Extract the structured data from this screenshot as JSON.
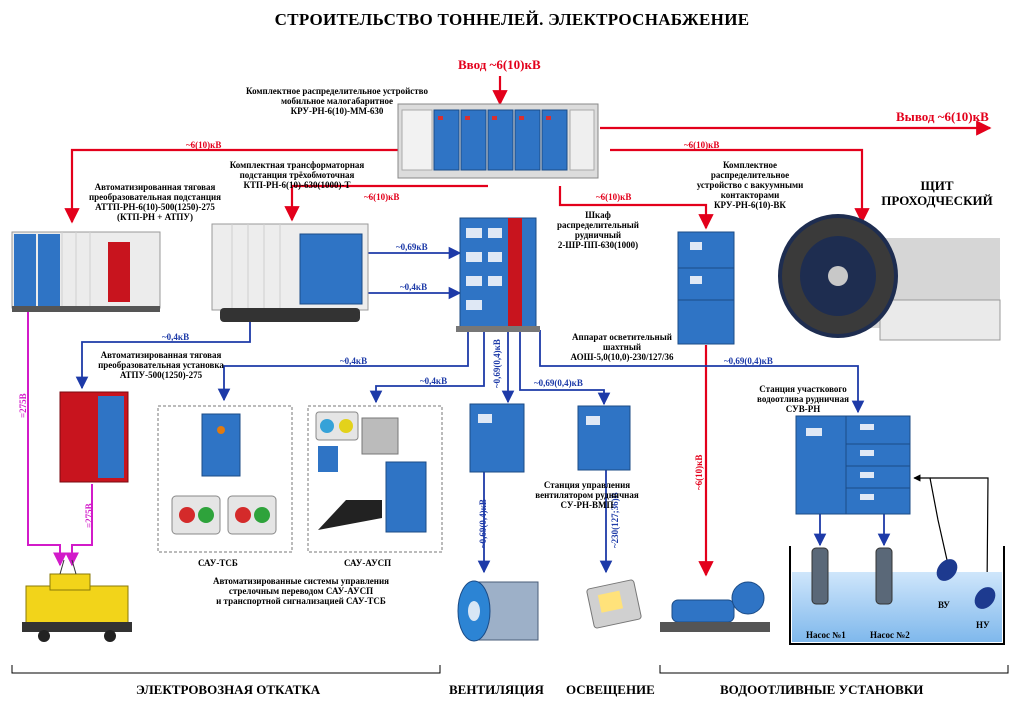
{
  "title": "СТРОИТЕЛЬСТВО ТОННЕЛЕЙ. ЭЛЕКТРОСНАБЖЕНИЕ",
  "colors": {
    "hv": "#e3001b",
    "lv": "#1d3aa8",
    "dc": "#d21bc9",
    "device_blue": "#2f74c5",
    "device_red": "#c8141e"
  },
  "input": "Ввод ~6(10)кВ",
  "output": "Вывод ~6(10)кВ",
  "kru_mm": {
    "line1": "Комплектное распределительное устройство",
    "line2": "мобильное малогабаритное",
    "line3": "КРУ-РН-6(10)-ММ-630"
  },
  "attp": {
    "line1": "Автоматизированная тяговая",
    "line2": "преобразовательная подстанция",
    "line3": "АТТП-РН-6(10)-500(1250)-275",
    "line4": "(КТП-РН + АТПУ)"
  },
  "ktp": {
    "line1": "Комплектная трансформаторная",
    "line2": "подстанция трёхобмоточная",
    "line3": "КТП-РН-6(10)-630(1000)-Т"
  },
  "cabinet": {
    "line1": "Шкаф",
    "line2": "распределительный",
    "line3": "рудничный",
    "line4": "2-ШР-ПП-630(1000)"
  },
  "kru_vk": {
    "line1": "Комплектное",
    "line2": "распределительное",
    "line3": "устройство с вакуумными",
    "line4": "контакторами",
    "line5": "КРУ-РН-6(10)-ВК"
  },
  "shield": {
    "line1": "ЩИТ",
    "line2": "ПРОХОДЧЕСКИЙ"
  },
  "atpu": {
    "line1": "Автоматизированная тяговая",
    "line2": "преобразовательная установка",
    "line3": "АТПУ-500(1250)-275"
  },
  "aosh": {
    "line1": "Аппарат осветительный",
    "line2": "шахтный",
    "line3": "АОШ-5,0(10,0)-230/127/36"
  },
  "suv": {
    "line1": "Станция участкового",
    "line2": "водоотлива рудничная",
    "line3": "СУВ-РН"
  },
  "vmp": {
    "line1": "Станция управления",
    "line2": "вентилятором рудничная",
    "line3": "СУ-РН-ВМП"
  },
  "sau_tsb": "САУ-ТСБ",
  "sau_ausp": "САУ-АУСП",
  "sau_desc": {
    "line1": "Автоматизированные системы управления",
    "line2": "стрелочным переводом САУ-АУСП",
    "line3": "и транспортной сигнализацией САУ-ТСБ"
  },
  "pumps": {
    "pump1": "Насос №1",
    "pump2": "Насос №2",
    "vu": "ВУ",
    "nu": "НУ"
  },
  "voltages": {
    "v6_left": "~6(10)кВ",
    "v6_right": "~6(10)кВ",
    "v6_ktp": "~6(10)кВ",
    "v6_vk": "~6(10)кВ",
    "v069_ktp": "~0,69кВ",
    "v04_ktp": "~0,4кВ",
    "v04_atpu": "~0,4кВ",
    "v04_tsb": "~0,4кВ",
    "v04_ausp": "~0,4кВ",
    "v069_04_vmp": "~0,69(0,4)кВ",
    "v069_04_aosh": "~0,69(0,4)кВ",
    "v069_04_suv": "~0,69(0,4)кВ",
    "v069_04_fan": "~0,69(0,4)кВ",
    "v230_light": "~230(127;36)В",
    "v6_pump": "~6(10)кВ",
    "dc275_left": "=275В",
    "dc275_right": "=275В"
  },
  "sections": {
    "haulage": "ЭЛЕКТРОВОЗНАЯ ОТКАТКА",
    "ventilation": "ВЕНТИЛЯЦИЯ",
    "lighting": "ОСВЕЩЕНИЕ",
    "drainage": "ВОДООТЛИВНЫЕ УСТАНОВКИ"
  }
}
